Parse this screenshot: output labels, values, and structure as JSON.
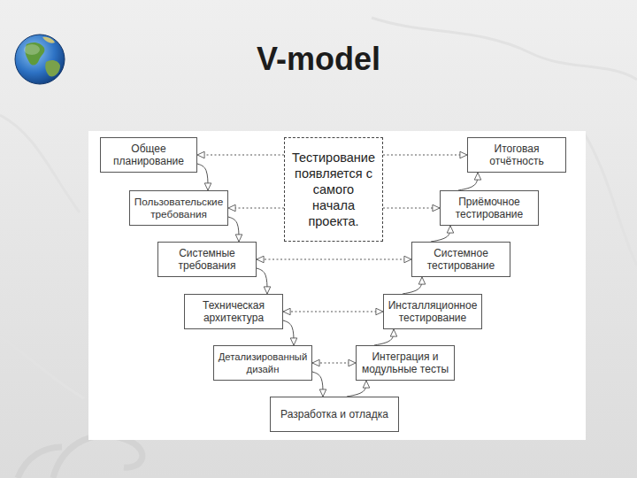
{
  "diagram": {
    "title": "V-model",
    "nodes": [
      {
        "text": [
          "Общее планирование"
        ]
      },
      {
        "text": [
          "Тестирование появляется с самого начала проекта."
        ]
      },
      {
        "text": [
          "Итоговая отчётность"
        ]
      },
      {
        "text": [
          "Пользовательские требования"
        ]
      },
      {
        "text": [
          "Приёмочное тестирование"
        ]
      },
      {
        "text": [
          "Системные требования"
        ]
      },
      {
        "text": [
          "Системное тестирование"
        ]
      },
      {
        "text": [
          "Техническая архитектура"
        ]
      },
      {
        "text": [
          "Инсталляционное тестирование"
        ]
      },
      {
        "text": [
          "Детализированный дизайн"
        ]
      },
      {
        "text": [
          "Интеграция и модульные тесты"
        ]
      },
      {
        "text": [
          "Разработка и отладка"
        ]
      }
    ],
    "edges": [
      {
        "from": 0,
        "to": 3,
        "arrow": "to"
      },
      {
        "from": 3,
        "to": 5,
        "arrow": "to"
      },
      {
        "from": 5,
        "to": 7,
        "arrow": "to"
      },
      {
        "from": 7,
        "to": 9,
        "arrow": "to"
      },
      {
        "from": 9,
        "to": 11,
        "arrow": "to"
      },
      {
        "from": 11,
        "to": 10,
        "arrow": "to"
      },
      {
        "from": 10,
        "to": 8,
        "arrow": "to"
      },
      {
        "from": 8,
        "to": 6,
        "arrow": "to"
      },
      {
        "from": 6,
        "to": 4,
        "arrow": "to"
      },
      {
        "from": 4,
        "to": 2,
        "arrow": "to"
      },
      {
        "from": 1,
        "to": 0,
        "arrow": "to"
      },
      {
        "from": 1,
        "to": 2,
        "arrow": "to"
      },
      {
        "from": 1,
        "to": 3,
        "arrow": "to"
      },
      {
        "from": 1,
        "to": 4,
        "arrow": "to"
      },
      {
        "from": 5,
        "to": 6,
        "arrow": "both"
      },
      {
        "from": 7,
        "to": 8,
        "arrow": "both"
      },
      {
        "from": 9,
        "to": 10,
        "arrow": "both"
      }
    ]
  }
}
